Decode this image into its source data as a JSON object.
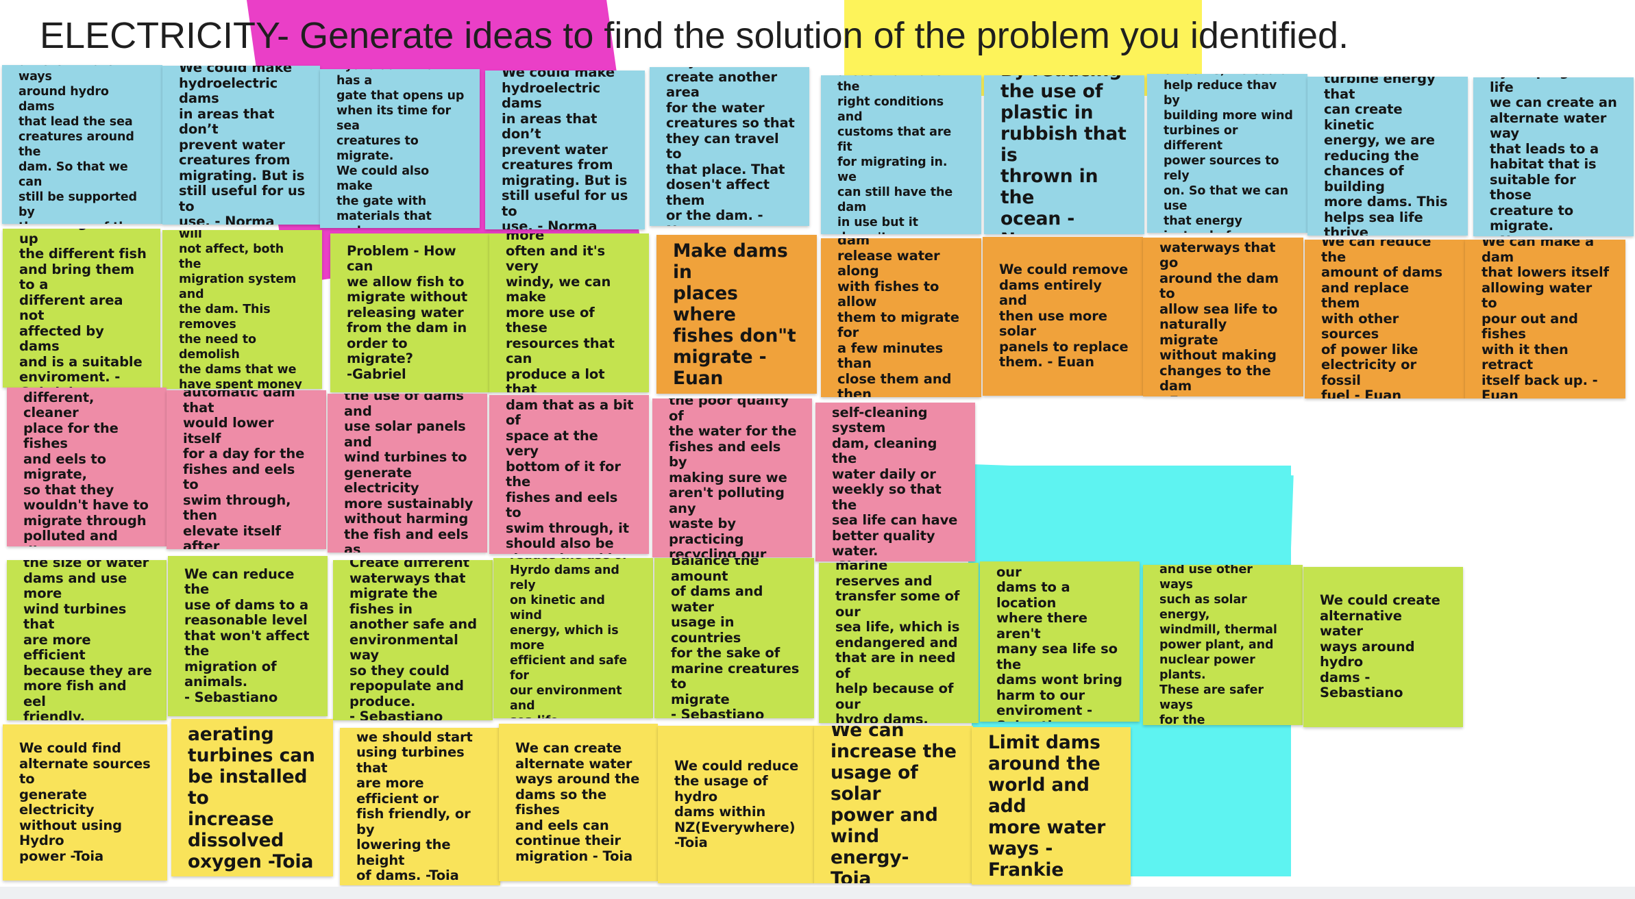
{
  "board": {
    "title": "ELECTRICITY-  Generate ideas to find the solution of the problem you identified."
  },
  "colors": {
    "blue": "#96d6e6",
    "green": "#c4e34f",
    "orange": "#f0a23b",
    "pink": "#ee8ca7",
    "yellow": "#f9e35a",
    "background_magenta": "#ea3fc7",
    "background_yellow": "#fdf35a",
    "background_cyan": "#5ef3f1"
  },
  "rows": [
    {
      "notes": [
        {
          "color": "blue",
          "size": "s",
          "text": "We could create\ndifferent water ways\naround hydro dams\nthat lead the sea\ncreatures around the\ndam. So that we can\nstill be supported by\nthe energy of the\ndam. - Norma"
        },
        {
          "color": "blue",
          "size": "m",
          "text": "We could make\nhydroelectric dams\nin areas that don’t\nprevent water\ncreatures from\nmigrating. But is\nstill useful for us to\nuse. - Norma"
        },
        {
          "color": "blue",
          "size": "s",
          "text": "Maybe we can have a\nhydro dam that has a\ngate that opens up\nwhen its time for sea\ncreatures to migrate.\nWe could also make\nthe gate with\nmaterials that make\nthe gate last - Norma"
        },
        {
          "color": "blue",
          "size": "m",
          "text": "We could make\nhydroelectric dams\nin areas that don’t\nprevent water\ncreatures from\nmigrating. But is\nstill useful for us to\nuse. - Norma"
        },
        {
          "color": "blue",
          "size": "m",
          "text": "Maybe we could\ncreate another area\nfor the water\ncreatures so that\nthey can travel to\nthat place. That\ndosen't affect them\nor the dam. - Norma"
        },
        {
          "color": "blue",
          "size": "s",
          "text": "We could create\ndifferent migrating\nareas that have the\nright conditions and\ncustoms that are fit\nfor migrating in. we\ncan still have the dam\nin use but it doesn't\naffect sea life.-Norma"
        },
        {
          "color": "blue",
          "size": "l",
          "text": "By reducing\nthe use of\nplastic in\nrubbish that is\nthrown in the\nocean - Norma"
        },
        {
          "color": "blue",
          "size": "s",
          "text": "Instead of only reling\non dams, we could\nhelp reduce thav by\nbuilding more wind\nturbines or different\npower sources to rely\non. So that we can use\nthat energy instead of\nthe others. - Norma"
        },
        {
          "color": "blue",
          "size": "m",
          "text": "By relying on wind\nturbine energy that\ncan create kinetic\nenergy, we are\nreducing the\nchances of building\nmore dams. This\nhelps sea life thrive\nand us too. - Norma"
        },
        {
          "color": "blue",
          "size": "m",
          "text": "By helping sea life\nwe can create an\nalternate water way\nthat leads to a\nhabitat that is\nsuitable for those\ncreature to migrate.\n- Norma"
        }
      ]
    },
    {
      "notes": [
        {
          "color": "green",
          "size": "m",
          "text": "We can gather up\nthe different fish\nand bring them to a\ndifferent area not\naffected by dams\nand is a suitable\nenviroment. -\nGabriel"
        },
        {
          "color": "green",
          "size": "s",
          "text": "Create a different\npath for fish that will\nnot affect, both the\nmigration system and\nthe dam. This removes\nthe need to demolish\nthe dams that we\nhave spent money on.\n(Gabriel)"
        },
        {
          "color": "green",
          "size": "m",
          "text": "Problem - How can\nwe allow fish to\nmigrate without\nreleasing water\nfrom the dam in\norder to migrate?\n-Gabriel"
        },
        {
          "color": "green",
          "size": "m",
          "text": "Because the sun\ncomes around more\noften and it's very\nwindy, we can make\nmore use of these\nresources that can\nproduce a lot that\nkeeps up with\ndemand. -Gabriel"
        },
        {
          "color": "orange",
          "size": "l",
          "text": "Make dams in\nplaces where\nfishes don\"t\nmigrate - Euan"
        },
        {
          "color": "orange",
          "size": "m",
          "text": "We can make a dam\nrelease water along\nwith fishes to allow\nthem to migrate for\na few minutes than\nclose them and then\nrepeat - Euan"
        },
        {
          "color": "orange",
          "size": "m",
          "text": "We could remove\ndams entirely and\nthen use more solar\npanels to replace\nthem. - Euan"
        },
        {
          "color": "orange",
          "size": "m",
          "text": "We can make\nwaterways that go\naround the dam to\nallow sea life to\nnaturally migrate\nwithout making\nchanges to the dam\n- Euan"
        },
        {
          "color": "orange",
          "size": "m",
          "text": "We can reduce the\namount of dams\nand replace them\nwith other sources\nof power like\nelectricity or fossil\nfuel - Euan"
        },
        {
          "color": "orange",
          "size": "m",
          "text": "We can make a dam\nthat lowers itself\nallowing water to\npour out and fishes\nwith it then retract\nitself back up. -\nEuan"
        }
      ]
    },
    {
      "notes": [
        {
          "color": "pink",
          "size": "m",
          "text": "We could create a\ndifferent, cleaner\nplace for the fishes\nand eels to migrate,\nso that they\nwouldn't have to\nmigrate through\npolluted and dirty\nwater. -Skylar"
        },
        {
          "color": "pink",
          "size": "m",
          "text": "We could create an\nautomatic dam that\nwould lower itself\nfor a day for the\nfishes and eels to\nswim through, then\nelevate itself after\nthe migration\nprocess. -Skylar"
        },
        {
          "color": "pink",
          "size": "m",
          "text": "We could reduce\nthe use of dams and\nuse solar panels and\nwind turbines to\ngenerate electricity\nmore sustainably\nwithout harming\nthe fish and eels as\nmuch. -Skylar"
        },
        {
          "color": "pink",
          "size": "m",
          "text": "We could create a\ndam that as a bit of\nspace at the very\nbottom of it for the\nfishes and eels to\nswim through, it\nshould also be\ncleaned weekly.\n-Skylar"
        },
        {
          "color": "pink",
          "size": "m",
          "text": "We could reduce\nthe poor quality of\nthe water for the\nfishes and eels by\nmaking sure we\naren't polluting any\nwaste by practicing\nrecycling our\nrubbish. -Skylar"
        },
        {
          "color": "pink",
          "size": "m",
          "text": "We could have a\nself-cleaning system\ndam, cleaning the\nwater daily or\nweekly so that the\nsea life can have\nbetter quality water.\n-Skylar"
        }
      ]
    },
    {
      "notes": [
        {
          "color": "green",
          "size": "m",
          "text": "We can decrease\nthe size of water\ndams and use more\nwind turbines that\nare more efficient\nbecause they are\nmore fish and eel\nfriendly.\n- Sebastiano"
        },
        {
          "color": "green",
          "size": "m",
          "text": "We can reduce the\nuse of dams to a\nreasonable level\nthat won't affect the\nmigration of\nanimals.\n- Sebastiano"
        },
        {
          "color": "green",
          "size": "m",
          "text": "Create different\nwaterways that\nmigrate the fishes in\nanother safe and\nenvironmental way\nso they could\nrepopulate and\nproduce.\n- Sebastiano"
        },
        {
          "color": "green",
          "size": "s",
          "text": "We can stop and\nreduce the use of\nHyrdo dams and rely\non kinetic and wind\nenergy, which is more\nefficient and safe for\nour environment and\nsea life\n- Sebastiano"
        },
        {
          "color": "green",
          "size": "m",
          "text": "Balance the amount\nof dams and water\nusage in countries\nfor the sake of\nmarine creatures to\nmigrate\n- Sebastiano"
        },
        {
          "color": "green",
          "size": "m",
          "text": "Create more marine\nreserves and\ntransfer some of our\nsea life, which is\nendangered and\nthat are in need of\nhelp because of our\nhydro dams.\n- Sebastiano"
        },
        {
          "color": "green",
          "size": "m",
          "text": "We could move our\ndams to a location\nwhere there aren't\nmany sea life so the\ndams wont bring\nharm to our\nenviroment  -\nSebastiano"
        },
        {
          "color": "green",
          "size": "s",
          "text": "Destroy hydro dams\nand use other ways\nsuch as solar energy,\nwindmill, thermal\npower plant, and\nnuclear power plants.\nThese are safer ways\nfor the environment\nand sea life - Seb"
        },
        {
          "color": "green",
          "size": "m",
          "text": "We could create\nalternative water\nways around hydro\ndams          -\nSebastiano"
        }
      ]
    },
    {
      "notes": [
        {
          "color": "yellow",
          "size": "m",
          "text": "We could find\nalternate sources to\ngenerate electricity\nwithout using Hydro\npower -Toia"
        },
        {
          "color": "yellow",
          "size": "l",
          "text": "aerating\nturbines can\nbe installed to\nincrease\ndissolved\noxygen -Toia"
        },
        {
          "color": "yellow",
          "size": "m",
          "text": "we should start\nusing turbines that\nare more efficient or\nfish friendly, or by\nlowering the height\nof dams. -Toia"
        },
        {
          "color": "yellow",
          "size": "m",
          "text": "We can create\nalternate water\nways around the\ndams so the fishes\nand eels can\ncontinue their\nmigration - Toia"
        },
        {
          "color": "yellow",
          "size": "m",
          "text": "We could reduce\nthe usage of hydro\ndams within\nNZ(Everywhere)\n-Toia"
        },
        {
          "color": "yellow",
          "size": "l",
          "text": "We can\nincrease the\nusage of solar\npower and\nwind energy-\nToia"
        },
        {
          "color": "yellow",
          "size": "l",
          "text": "Limit dams\naround the\nworld and add\nmore water\nways -Frankie"
        }
      ]
    }
  ]
}
